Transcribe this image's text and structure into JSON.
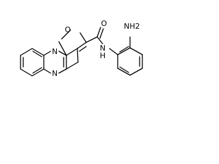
{
  "molecule": {
    "atom_labels": {
      "O_furan": "O",
      "O_carbonyl": "O",
      "NH2": "NH2",
      "NH_amide": "N",
      "NH_amide_h": "H",
      "N_upper": "N",
      "N_lower": "N"
    }
  }
}
